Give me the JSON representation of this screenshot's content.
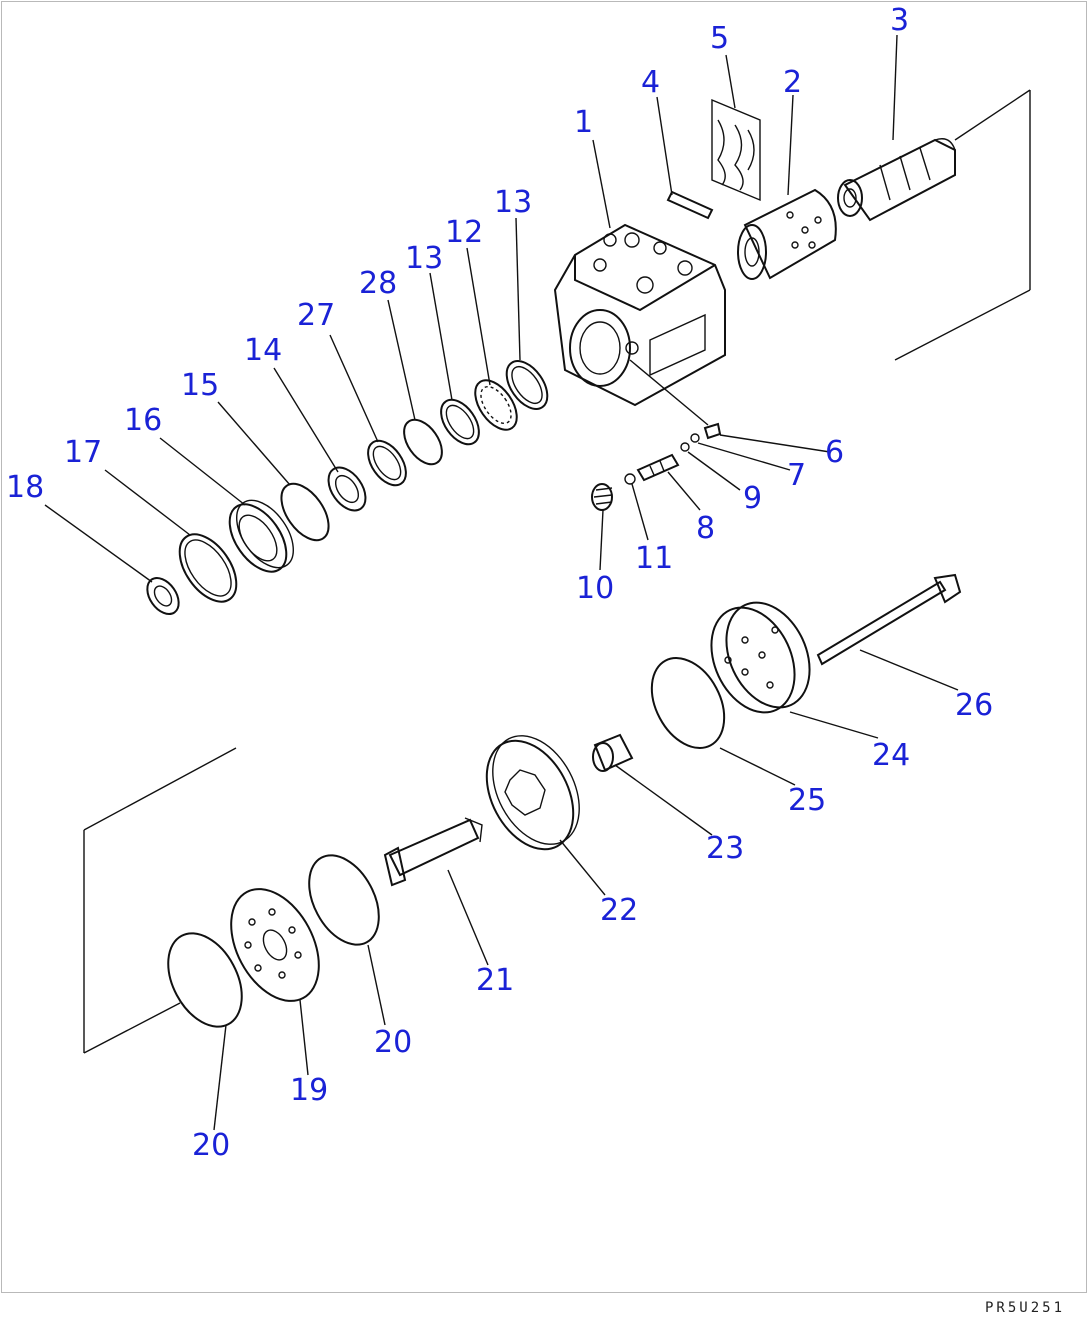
{
  "diagram": {
    "callouts": [
      "1",
      "2",
      "3",
      "4",
      "5",
      "6",
      "7",
      "8",
      "9",
      "10",
      "11",
      "12",
      "13",
      "14",
      "15",
      "16",
      "17",
      "18",
      "19",
      "20",
      "21",
      "22",
      "23",
      "24",
      "25",
      "26",
      "27",
      "28"
    ],
    "labels": {
      "n1": "1",
      "n2": "2",
      "n3": "3",
      "n4": "4",
      "n5": "5",
      "n6": "6",
      "n7": "7",
      "n8": "8",
      "n9": "9",
      "n10": "10",
      "n11": "11",
      "n12": "12",
      "n13a": "13",
      "n13b": "13",
      "n14": "14",
      "n15": "15",
      "n16": "16",
      "n17": "17",
      "n18": "18",
      "n19": "19",
      "n20a": "20",
      "n20b": "20",
      "n21": "21",
      "n22": "22",
      "n23": "23",
      "n24": "24",
      "n25": "25",
      "n26": "26",
      "n27": "27",
      "n28": "28"
    },
    "code": "PR5U251",
    "label_color": "#1a22d6"
  }
}
